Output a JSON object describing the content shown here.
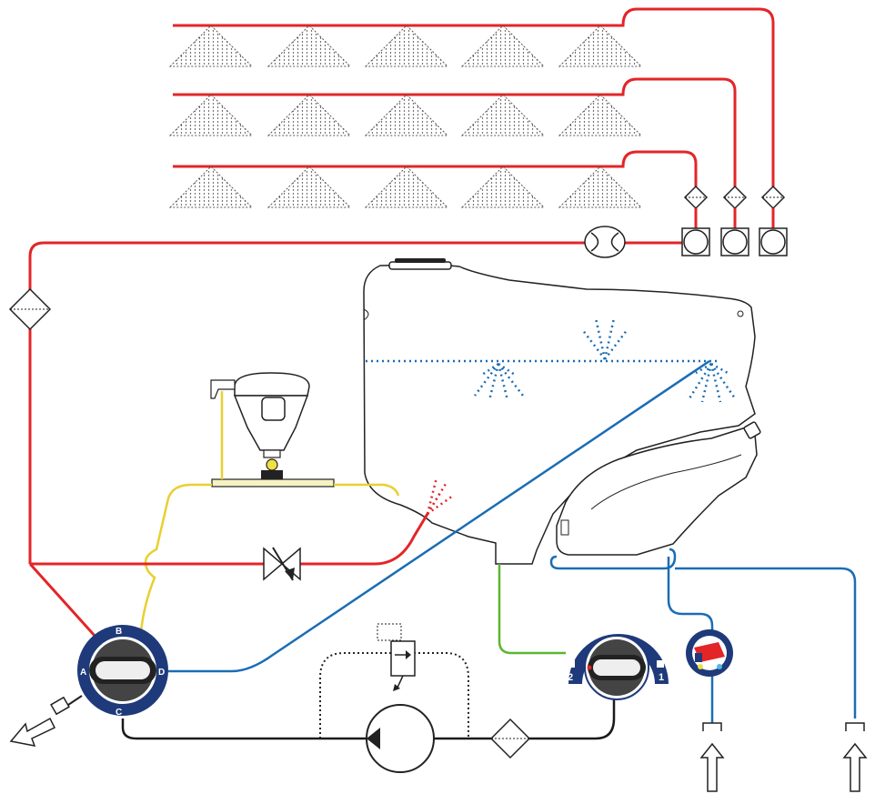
{
  "colors": {
    "pressure_line": "#e32528",
    "fill_line": "#1a6db5",
    "suction_line": "#1a1a1a",
    "induction_line": "#e8d030",
    "return_line": "#5cb531",
    "valve_ring": "#1f3a7a",
    "nozzle_dots": "#1a6db5"
  },
  "spray_boom": {
    "sections": 3,
    "nozzles_per_section": 5
  },
  "suction_valve": {
    "labels": {
      "a": "A",
      "b": "B",
      "c": "C",
      "d": "D"
    }
  },
  "pressure_valve": {
    "labels": {
      "one": "1",
      "two": "2"
    }
  }
}
